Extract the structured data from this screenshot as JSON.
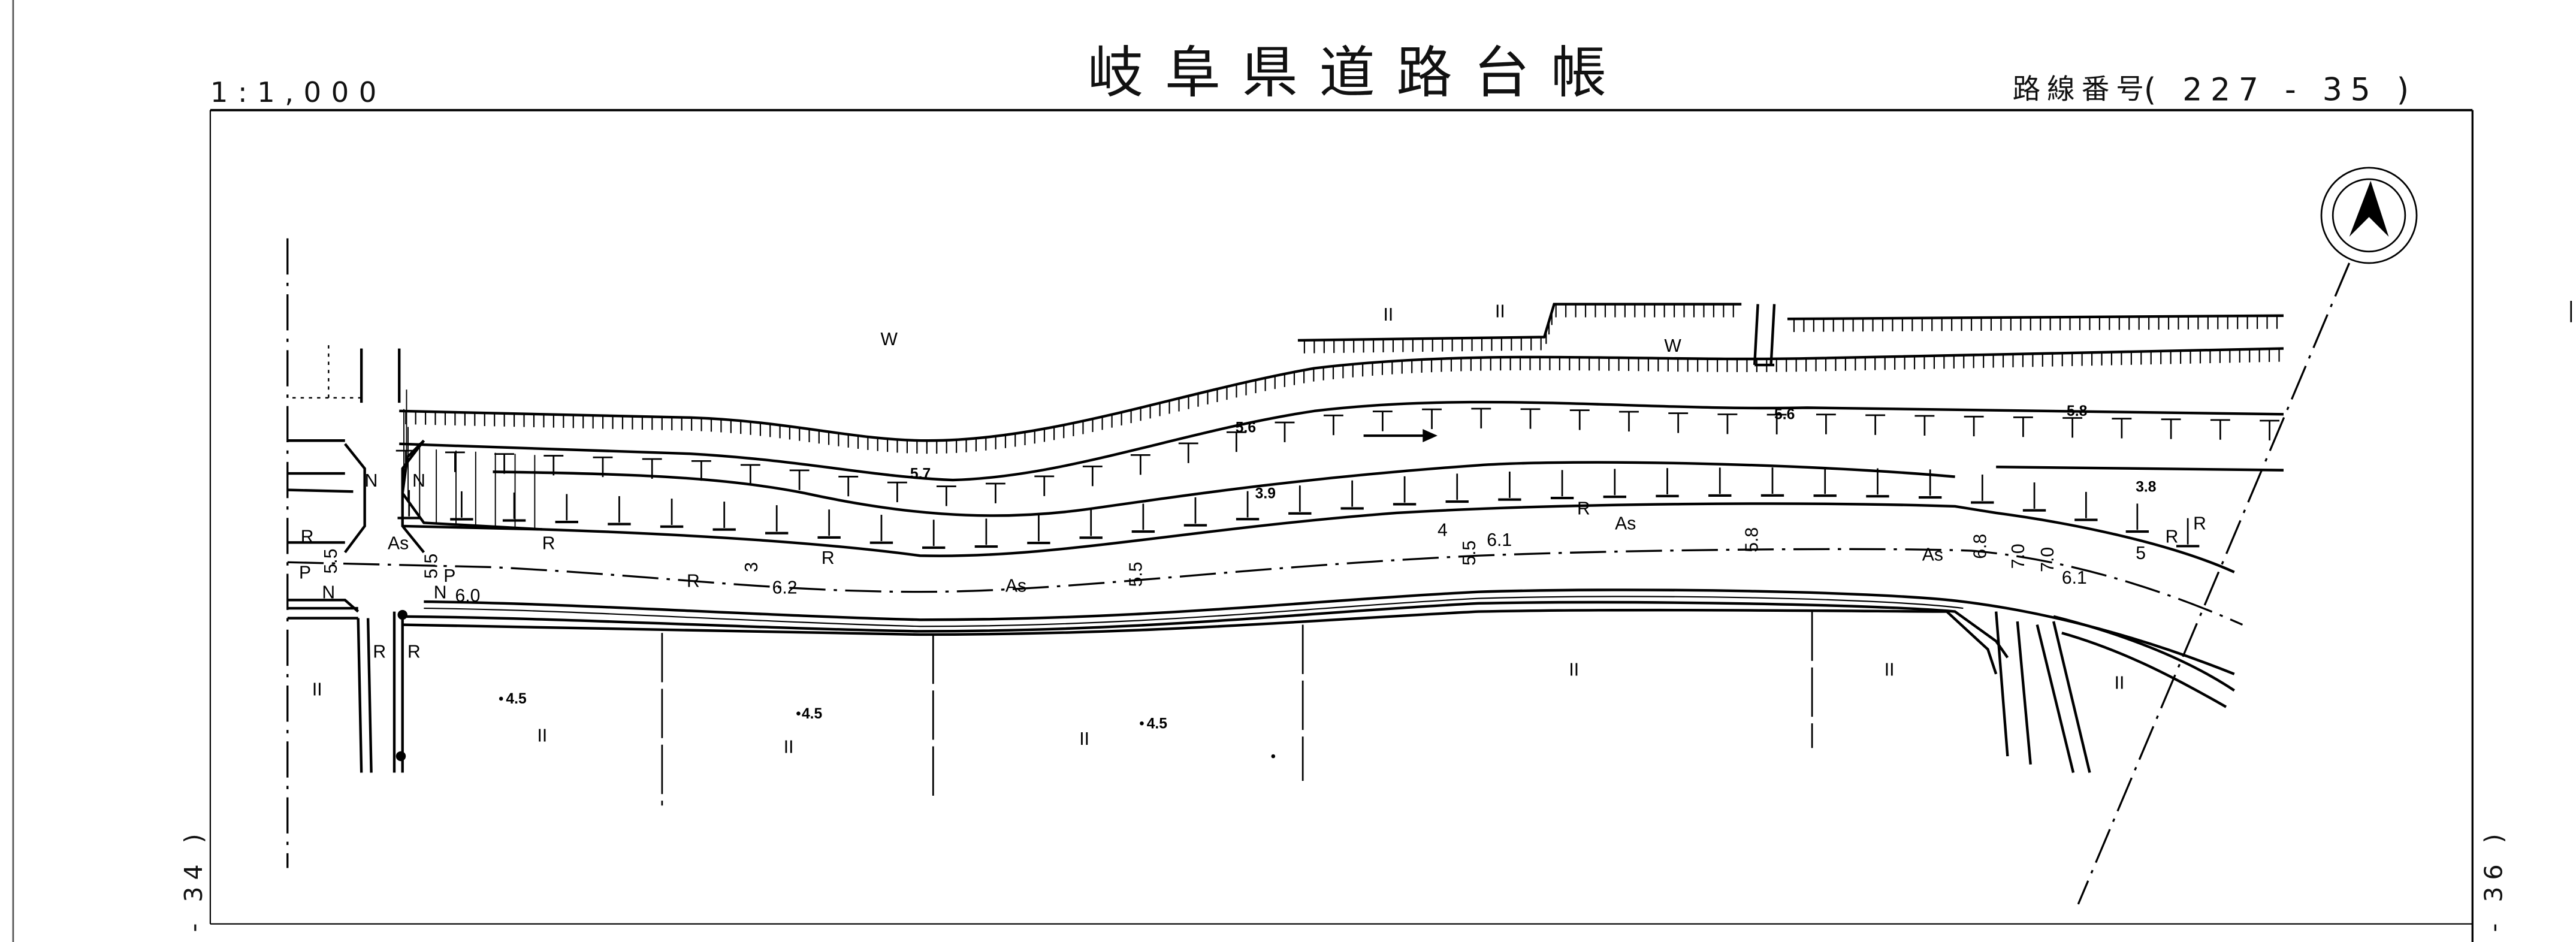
{
  "header": {
    "scale": "1:1,000",
    "title": "岐阜県道路台帳",
    "route_label": "路線番号",
    "route_number": "( 227 - 35 )"
  },
  "sheet_links": {
    "left": "- 34 )",
    "right": "- 36 )"
  },
  "north_arrow": "north-arrow-icon",
  "map": {
    "labels": [
      "W",
      "W",
      "5.6",
      "5.7",
      "3.9",
      "5.6",
      "5.8",
      "3.8",
      "As",
      "R",
      "5.5",
      "5.5",
      "R",
      "R",
      "R",
      "3",
      "6.2",
      "As",
      "5.5",
      "4",
      "5.5",
      "6.1",
      "As",
      "5.8",
      "As",
      "6.8",
      "7.0",
      "7.0",
      "6.1",
      "5",
      "R",
      "R",
      "N",
      "N",
      "N",
      "N",
      "6.0",
      "P",
      "P",
      "R",
      "R",
      "II",
      "II",
      "II",
      "II",
      "II",
      "II",
      "II",
      "4.5",
      "4.5",
      "4.5",
      "II",
      "II",
      "R"
    ]
  }
}
